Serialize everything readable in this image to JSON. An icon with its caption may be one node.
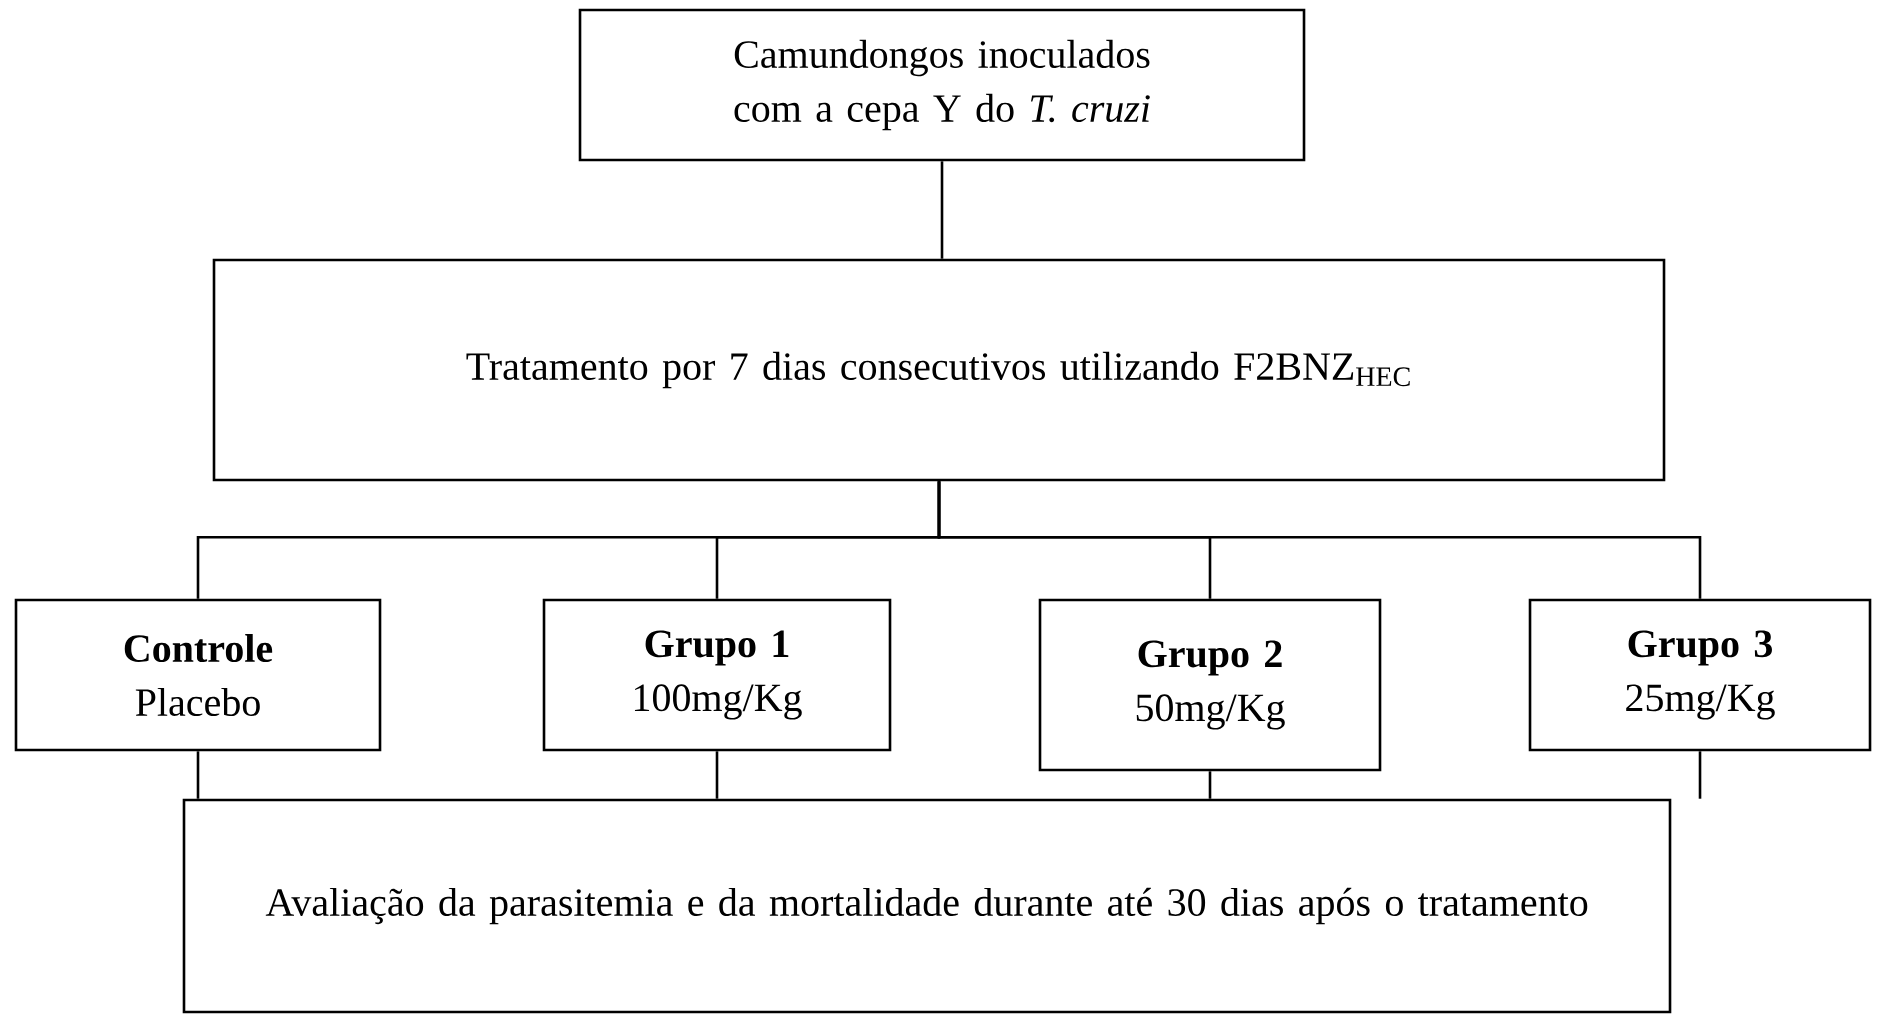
{
  "diagram": {
    "nodes": [
      {
        "text": [
          "Camundongos inoculados com a cepa Y do *T. cruzi*"
        ]
      },
      {
        "text": [
          "Tratamento por 7 dias consecutivos utilizando F2BNZ$_{HEC}$"
        ]
      },
      {
        "text": [
          "Controle",
          "Placebo"
        ]
      },
      {
        "text": [
          "Grupo 1",
          "100mg/Kg"
        ]
      },
      {
        "text": [
          "Grupo 2",
          "50mg/Kg"
        ]
      },
      {
        "text": [
          "Grupo 3",
          "25mg/Kg"
        ]
      },
      {
        "text": [
          "Avaliação da parasitemia e da mortalidade durante até 30 dias após o tratamento"
        ]
      }
    ],
    "edges": [
      {
        "from": 0,
        "to": 1,
        "arrow": "none"
      },
      {
        "from": 1,
        "to": 2,
        "arrow": "none"
      },
      {
        "from": 1,
        "to": 3,
        "arrow": "none"
      },
      {
        "from": 1,
        "to": 4,
        "arrow": "none"
      },
      {
        "from": 1,
        "to": 5,
        "arrow": "none"
      },
      {
        "from": 2,
        "to": 6,
        "arrow": "none"
      },
      {
        "from": 3,
        "to": 6,
        "arrow": "none"
      },
      {
        "from": 4,
        "to": 6,
        "arrow": "none"
      },
      {
        "from": 5,
        "to": 6,
        "arrow": "none"
      }
    ]
  }
}
